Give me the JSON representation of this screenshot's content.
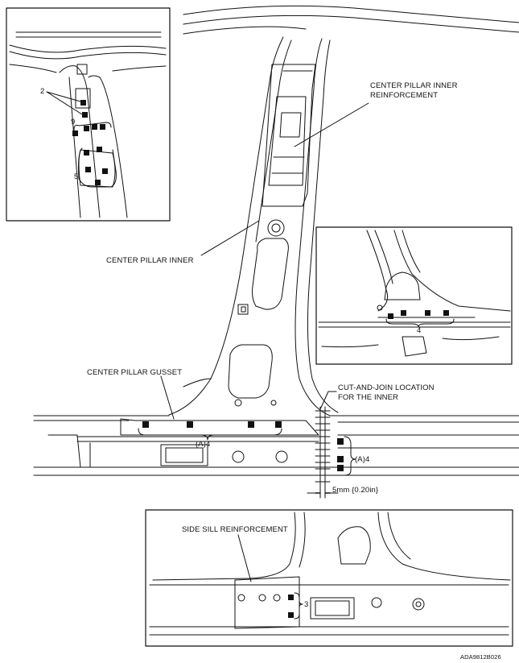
{
  "labels": {
    "center_pillar_inner_reinforcement_line1": "CENTER PILLAR INNER",
    "center_pillar_inner_reinforcement_line2": "REINFORCEMENT",
    "center_pillar_inner": "CENTER PILLAR INNER",
    "center_pillar_gusset": "CENTER PILLAR GUSSET",
    "cut_and_join_line1": "CUT-AND-JOIN LOCATION",
    "cut_and_join_line2": "FOR THE INNER",
    "dimension": "5mm {0.20in}",
    "side_sill_reinforcement": "SIDE SILL REINFORCEMENT",
    "weld_a4_bottom": "(A)4",
    "weld_a4_right": "(A)4",
    "weld_3": "3",
    "weld_4": "4",
    "inset_2": "2",
    "inset_9": "9",
    "inset_5": "5",
    "figure_code": "ADA9812B026"
  },
  "colors": {
    "line": "#111111",
    "background": "#ffffff"
  }
}
